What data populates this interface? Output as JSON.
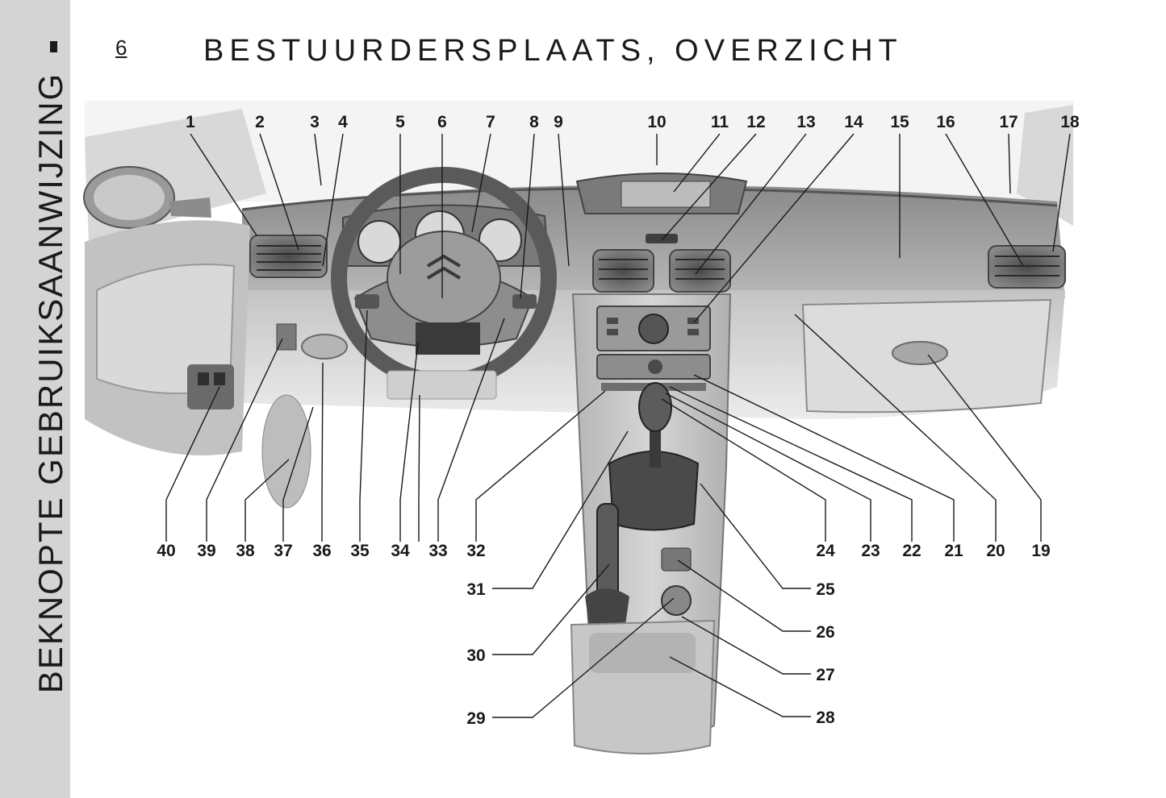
{
  "sidebar": {
    "chapter_mark": "I",
    "vertical_title": "BEKNOPTE GEBRUIKSAANWIJZING"
  },
  "header": {
    "page_number": "6",
    "title": "BESTUURDERSPLAATS, OVERZICHT"
  },
  "callouts": {
    "top": [
      "1",
      "2",
      "3",
      "4",
      "5",
      "6",
      "7",
      "8",
      "9",
      "10",
      "11",
      "12",
      "13",
      "14",
      "15",
      "16",
      "17",
      "18"
    ],
    "bottom": [
      "40",
      "39",
      "38",
      "37",
      "36",
      "35",
      "34",
      "33",
      "32",
      "24",
      "23",
      "22",
      "21",
      "20",
      "19"
    ],
    "left_console": [
      "31",
      "30",
      "29"
    ],
    "right_console": [
      "25",
      "26",
      "27",
      "28"
    ]
  },
  "colors": {
    "sidebar": "#d4d4d4",
    "ink": "#1a1a1a",
    "dash_dark": "#6e6e6e",
    "dash_mid": "#a9a9a9",
    "dash_light": "#d2d2d2"
  }
}
